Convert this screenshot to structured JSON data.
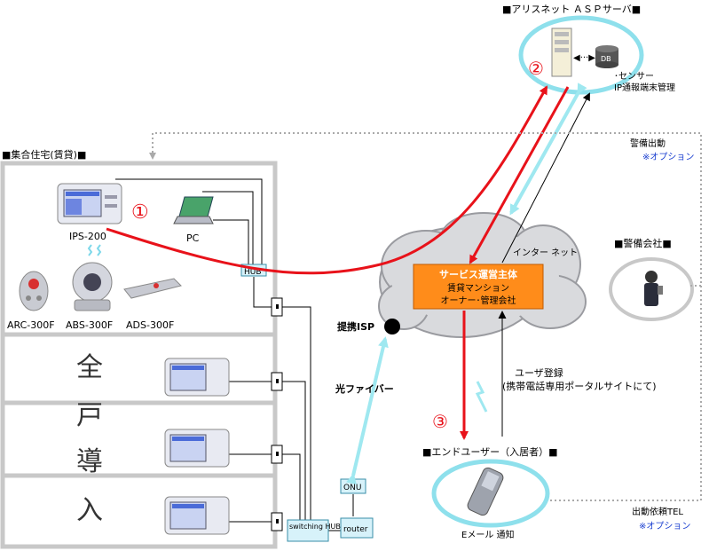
{
  "asp_server": {
    "title": "■アリスネット ＡＳＰサーバ■",
    "db_label": "DB",
    "marker": "②",
    "sensor_line1": "･センサー",
    "sensor_line2": "IP通報端末管理"
  },
  "housing": {
    "title": "■集合住宅(賃貸)■",
    "marker": "①",
    "ips_label": "IPS-200",
    "pc_label": "PC",
    "hub_label": "HUB",
    "devices": [
      "ARC-300F",
      "ABS-300F",
      "ADS-300F"
    ],
    "full_intro": [
      "全",
      "戸",
      "導",
      "入"
    ],
    "switching_hub": "switching HUB",
    "onu": "ONU",
    "router": "router"
  },
  "network": {
    "internet": "インター ネット",
    "isp": "提携ISP",
    "fiber": "光ファイバー",
    "operator_title": "サービス運営主体",
    "operator_line1": "賃貸マンション",
    "operator_line2": "オーナー･管理会社"
  },
  "security": {
    "dispatch": "警備出動",
    "dispatch_option": "※オプション",
    "company": "■警備会社■",
    "request_tel": "出動依頼TEL",
    "request_option": "※オプション"
  },
  "end_user": {
    "marker": "③",
    "title": "■エンドユーザー（入居者）■",
    "registration_line1": "ユーザ登録",
    "registration_line2": "(携帯電話専用ポータルサイトにて)",
    "email": "Eメール 通知"
  },
  "colors": {
    "red_arrow": "#e8121a",
    "cyan_arrow": "#9fe8f0",
    "operator_box": "#ff8c1a",
    "option_blue": "#1a3fd0"
  }
}
